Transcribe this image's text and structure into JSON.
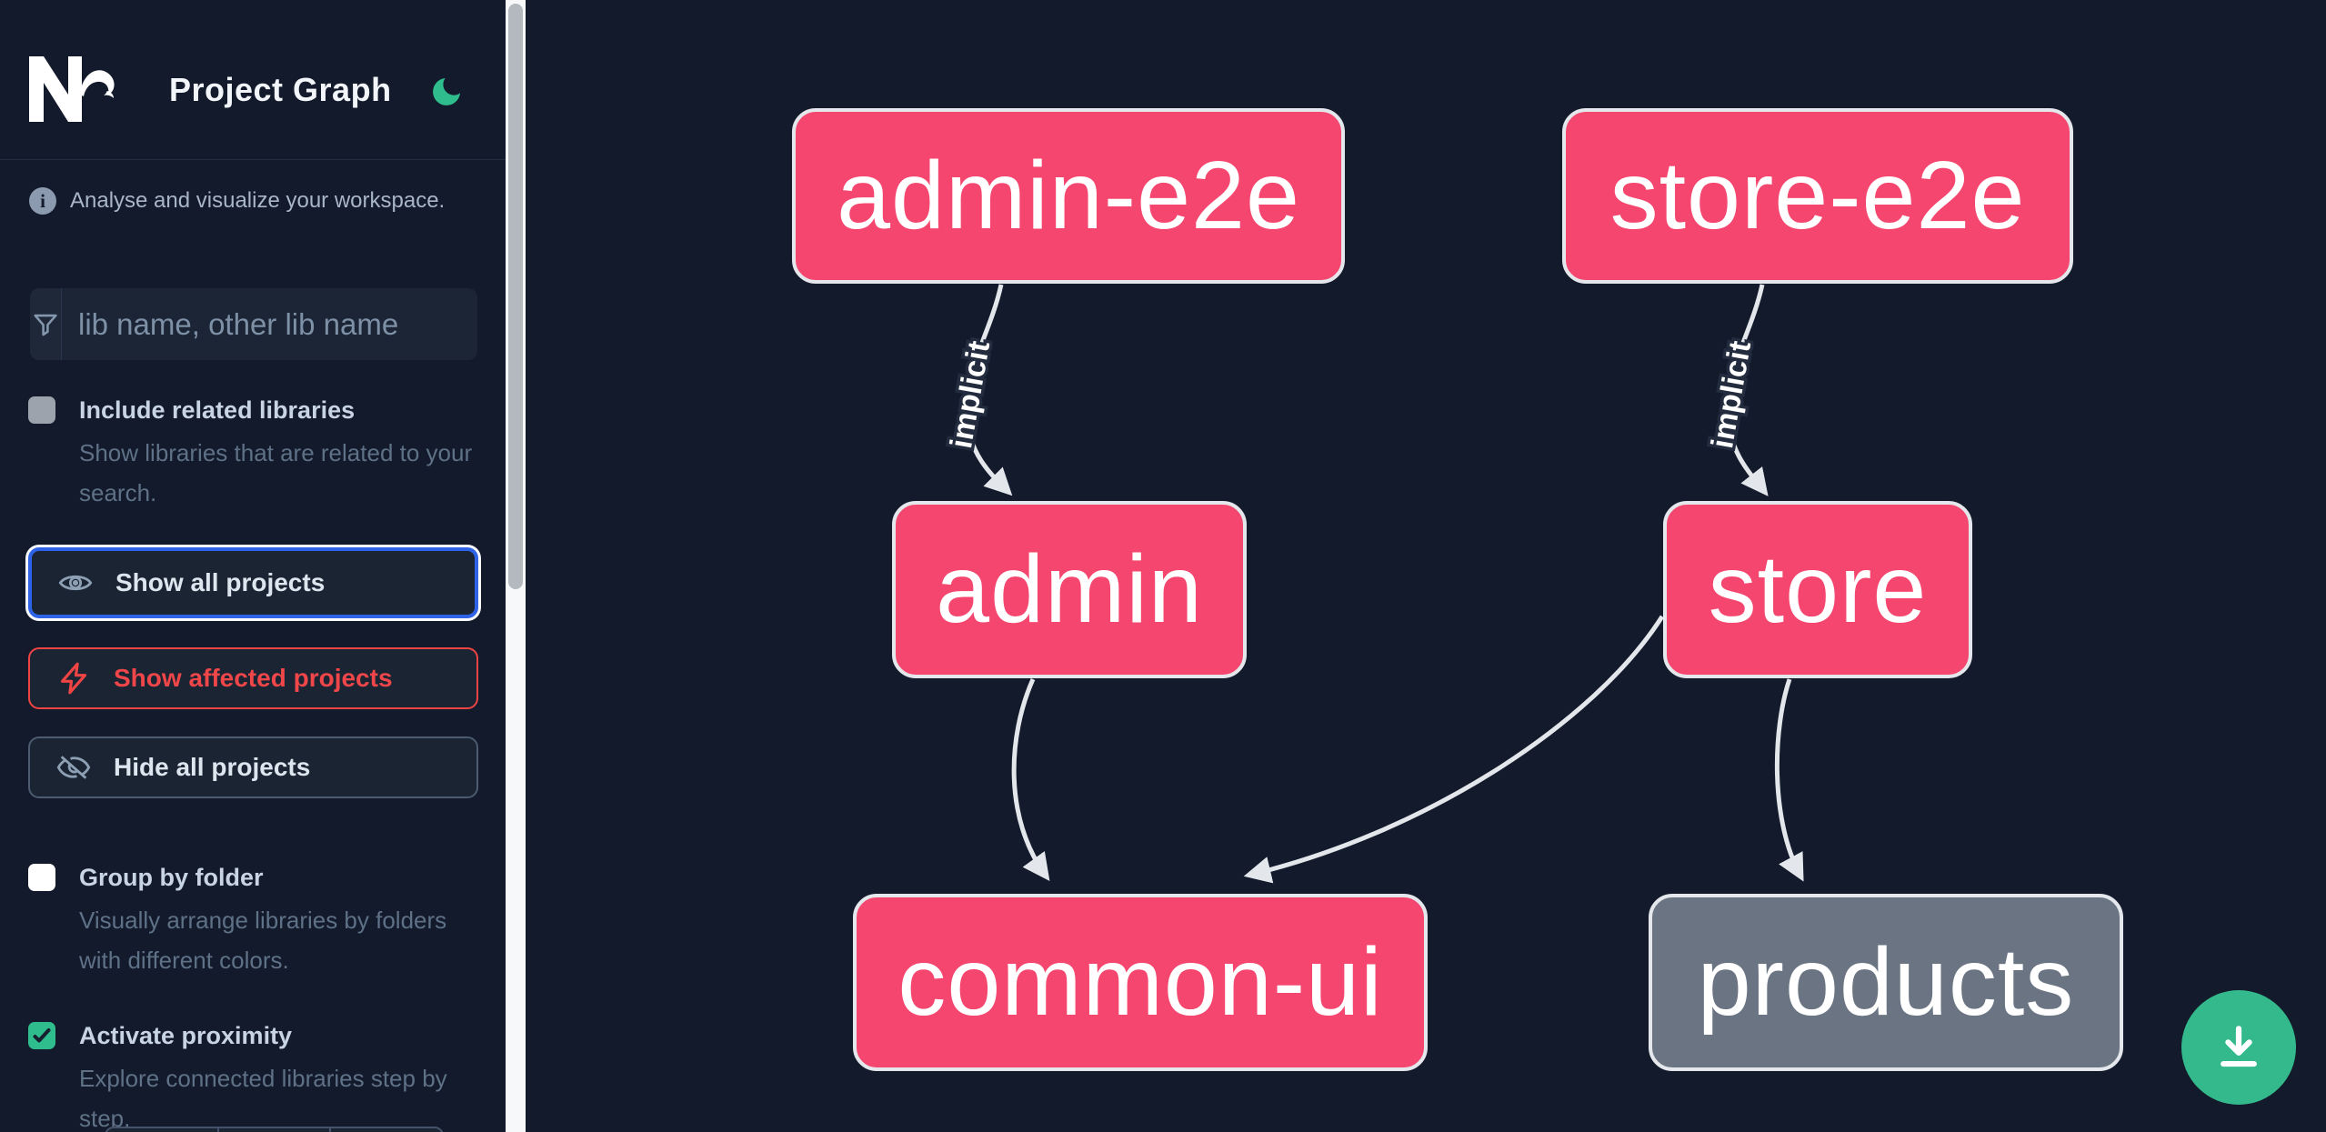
{
  "app": {
    "title": "Project Graph",
    "logo_icon": "nx-logo",
    "theme_toggle_icon": "moon-icon"
  },
  "sidebar": {
    "tagline": "Analyse and visualize your workspace.",
    "search": {
      "placeholder": "lib name, other lib name",
      "icon": "filter-funnel-icon",
      "value": ""
    },
    "options": [
      {
        "label": "Include related libraries",
        "description": "Show libraries that are related to your search.",
        "checked": false
      },
      {
        "label": "Group by folder",
        "description": "Visually arrange libraries by folders with different colors.",
        "checked": false
      },
      {
        "label": "Activate proximity",
        "description": "Explore connected libraries step by step.",
        "checked": true
      }
    ],
    "actions": [
      {
        "label": "Show all projects",
        "icon": "eye-icon",
        "state": "focused"
      },
      {
        "label": "Show affected projects",
        "icon": "bolt-icon",
        "state": "affected-accent"
      },
      {
        "label": "Hide all projects",
        "icon": "eye-off-icon",
        "state": "default"
      }
    ]
  },
  "graph": {
    "nodes": [
      {
        "id": "admin-e2e",
        "label": "admin-e2e",
        "kind": "affected"
      },
      {
        "id": "store-e2e",
        "label": "store-e2e",
        "kind": "affected"
      },
      {
        "id": "admin",
        "label": "admin",
        "kind": "affected"
      },
      {
        "id": "store",
        "label": "store",
        "kind": "affected"
      },
      {
        "id": "common-ui",
        "label": "common-ui",
        "kind": "affected"
      },
      {
        "id": "products",
        "label": "products",
        "kind": "plain"
      }
    ],
    "edges": [
      {
        "source": "admin-e2e",
        "target": "admin",
        "label": "implicit"
      },
      {
        "source": "store-e2e",
        "target": "store",
        "label": "implicit"
      },
      {
        "source": "admin",
        "target": "common-ui",
        "label": ""
      },
      {
        "source": "store",
        "target": "common-ui",
        "label": ""
      },
      {
        "source": "store",
        "target": "products",
        "label": ""
      }
    ]
  },
  "fab": {
    "icon": "download-icon"
  },
  "colors": {
    "background": "#121a2b",
    "node_affected": "#f4466e",
    "node_plain": "#6a7482",
    "node_border": "#e4e7eb",
    "edge": "#e3e6ea",
    "accent_green": "#34b98c",
    "accent_red": "#ef4444",
    "focus_blue": "#2e63e8"
  }
}
